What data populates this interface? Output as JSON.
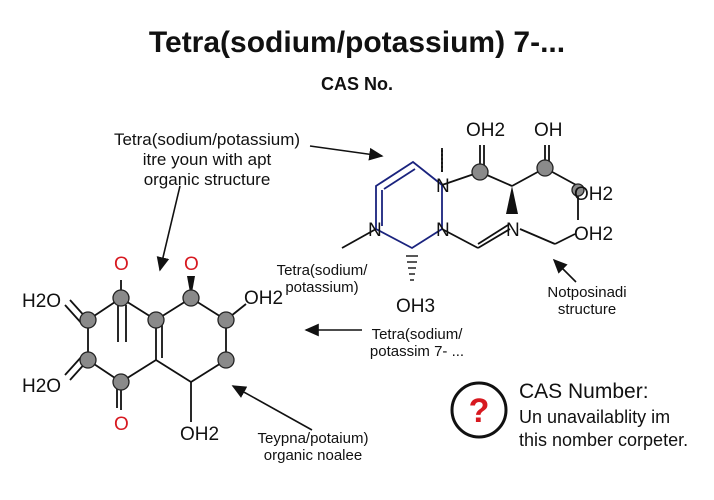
{
  "title": "Tetra(sodium/potassium) 7-...",
  "subtitle": "CAS No.",
  "labels": {
    "top_left": [
      "Tetra(sodium/potassium)",
      "itre youn with apt",
      "organic structure"
    ],
    "middle": [
      "Tetra(sodium/",
      "potassium)"
    ],
    "bottom_middle": [
      "Tetra(sodium/",
      "potassim 7- ..."
    ],
    "bottom_left": [
      "Teypna/potaium)",
      "organic noalee"
    ],
    "right": [
      "Notposinadi",
      "structure"
    ]
  },
  "cas": {
    "title": "CAS Number:",
    "lines": [
      "Un unavailablity im",
      "this nomber corpeter."
    ],
    "icon": "question-mark-icon",
    "icon_color": "#d71920"
  },
  "left_molecule": {
    "atoms": {
      "h2o_left_top": "H2O",
      "h2o_left_bottom": "H2O",
      "o_top_a": "O",
      "o_top_b": "O",
      "oh2_right": "OH2",
      "o_bottom": "O",
      "oh2_bottom": "OH2"
    }
  },
  "right_molecule": {
    "atoms": {
      "oh2_top": "OH2",
      "oh_top": "OH",
      "oh2_right_a": "OH2",
      "oh2_right_b": "OH2",
      "n_left": "N",
      "n_ring_top": "N",
      "n_ring_right": "N",
      "n_chain": "N",
      "oh3": "OH3"
    }
  },
  "colors": {
    "atom_red": "#d71920",
    "atom_gray": "#8a8a8a",
    "ring_blue": "#1a237e",
    "text": "#111111"
  }
}
